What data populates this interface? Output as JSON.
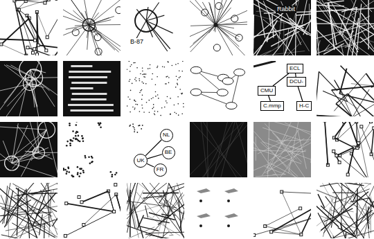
{
  "diagram": {
    "nodes": [
      {
        "text": [
          "ECL"
        ]
      },
      {
        "text": [
          "DCU-"
        ]
      },
      {
        "text": [
          "CMU"
        ]
      },
      {
        "text": [
          "C.mmp"
        ]
      },
      {
        "text": [
          "H-C"
        ]
      },
      {
        "text": [
          "UK"
        ]
      },
      {
        "text": [
          "NL"
        ]
      },
      {
        "text": [
          "BE"
        ]
      },
      {
        "text": [
          "FR"
        ]
      }
    ],
    "edges": [
      {
        "from": 0,
        "to": 1,
        "arrow": "none"
      },
      {
        "from": 2,
        "to": 0,
        "arrow": "none"
      },
      {
        "from": 2,
        "to": 3,
        "arrow": "none"
      },
      {
        "from": 1,
        "to": 4,
        "arrow": "none"
      },
      {
        "from": 5,
        "to": 6,
        "arrow": "none"
      },
      {
        "from": 5,
        "to": 7,
        "arrow": "none"
      },
      {
        "from": 5,
        "to": 8,
        "arrow": "none"
      }
    ],
    "labels": [
      "Rabbit",
      "B-87"
    ]
  }
}
